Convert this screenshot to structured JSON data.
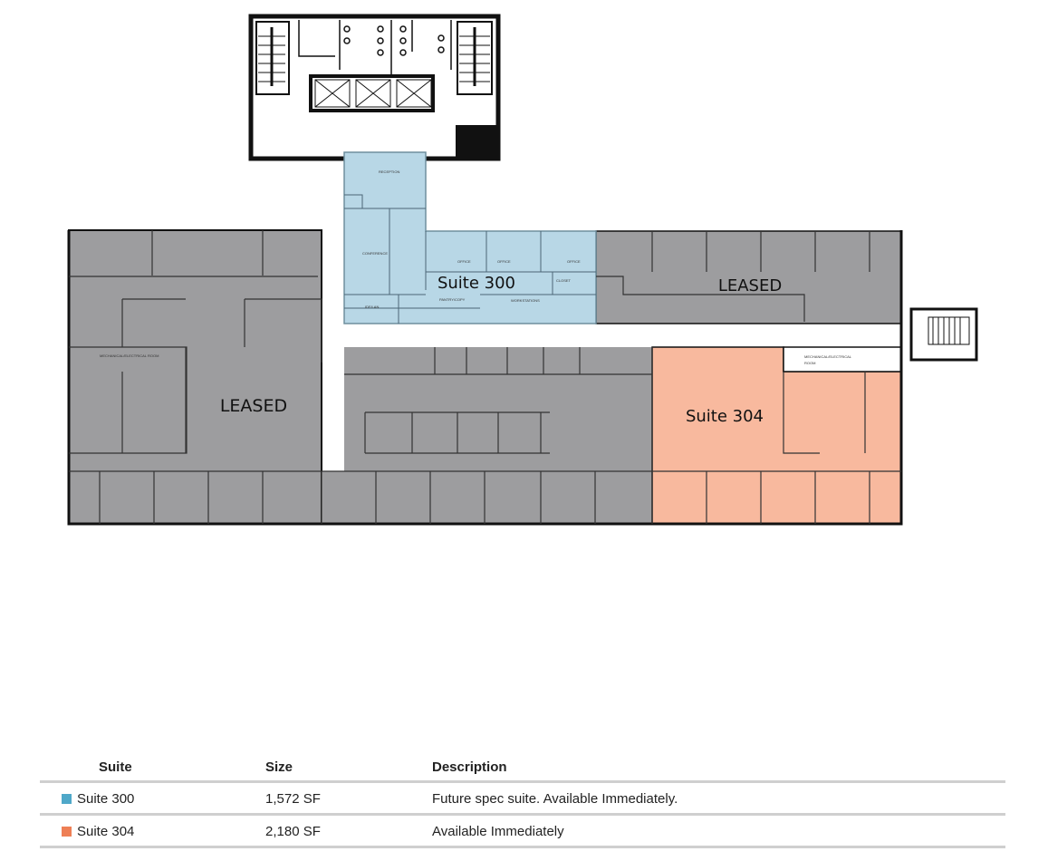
{
  "floor_plan": {
    "colors": {
      "leased": "#9d9d9f",
      "suite_300": "#b8d7e6",
      "suite_304": "#f8b99e",
      "walls": "#111111"
    },
    "labels": {
      "leased_left": "LEASED",
      "leased_right": "LEASED",
      "suite_300": "Suite 300",
      "suite_304": "Suite 304"
    },
    "room_labels": {
      "mech_left": "MECHANICAL/ELECTRICAL ROOM",
      "mech_right_1": "MECHANICAL/ELECTRICAL",
      "mech_right_2": "ROOM",
      "reception": "RECEPTION",
      "conference": "CONFERENCE",
      "office_1": "OFFICE",
      "office_2": "OFFICE",
      "office_3": "OFFICE",
      "closet": "CLOSET",
      "workstations": "WORKSTATIONS",
      "pantry": "PANTRY/COPY",
      "idf": "IDF/LAN"
    }
  },
  "table": {
    "headers": [
      "Suite",
      "Size",
      "Description"
    ],
    "rows": [
      {
        "color": "#4fa8c9",
        "suite": "Suite 300",
        "size": "1,572 SF",
        "description": "Future spec suite. Available Immediately."
      },
      {
        "color": "#ee7f55",
        "suite": "Suite 304",
        "size": "2,180 SF",
        "description": "Available Immediately"
      }
    ]
  }
}
